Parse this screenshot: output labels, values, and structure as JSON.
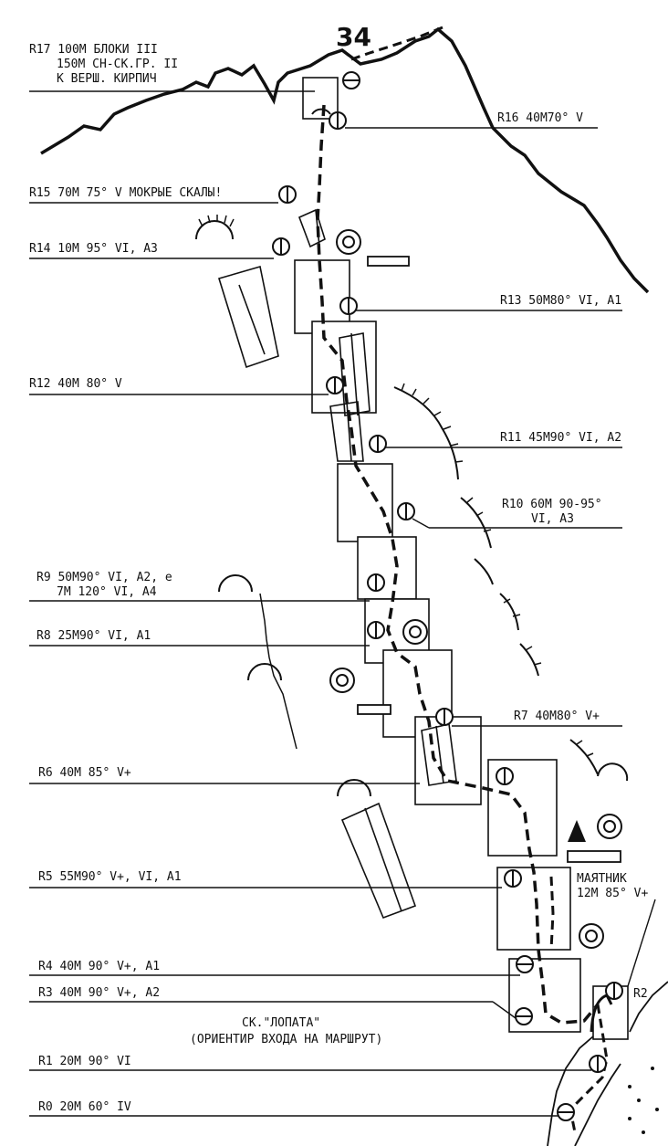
{
  "route_number": "34",
  "labels": {
    "r17_l1": "R17 100M БЛОКИ III",
    "r17_l2": "150M СН-СК.ГР. II",
    "r17_l3": "К ВЕРШ. КИРПИЧ",
    "r16": "R16 40M70° V",
    "r15": "R15 70M 75° V МОКРЫЕ СКАЛЫ!",
    "r14": "R14 10M 95° VI, A3",
    "r13": "R13 50M80° VI, A1",
    "r12": "R12 40M 80° V",
    "r11": "R11 45M90° VI, A2",
    "r10_l1": "R10 60M 90-95°",
    "r10_l2": "VI, A3",
    "r9_l1": "R9 50M90° VI, A2, e",
    "r9_l2": "7M 120° VI, A4",
    "r8": "R8 25M90° VI, A1",
    "r7": "R7 40M80° V+",
    "r6": "R6 40M 85° V+",
    "r5": "R5 55M90° V+, VI, A1",
    "pendulum_l1": "МАЯТНИК",
    "pendulum_l2": "12M 85° V+",
    "r4": "R4 40M 90° V+, A1",
    "r3": "R3 40M 90° V+, A2",
    "r2": "R2",
    "r1": "R1 20M 90° VI",
    "r0": "R0 20M 60° IV",
    "lopata_l1": "СК.\"ЛОПАТА\"",
    "lopata_l2": "(ОРИЕНТИР ВХОДА НА МАРШРУТ)"
  }
}
